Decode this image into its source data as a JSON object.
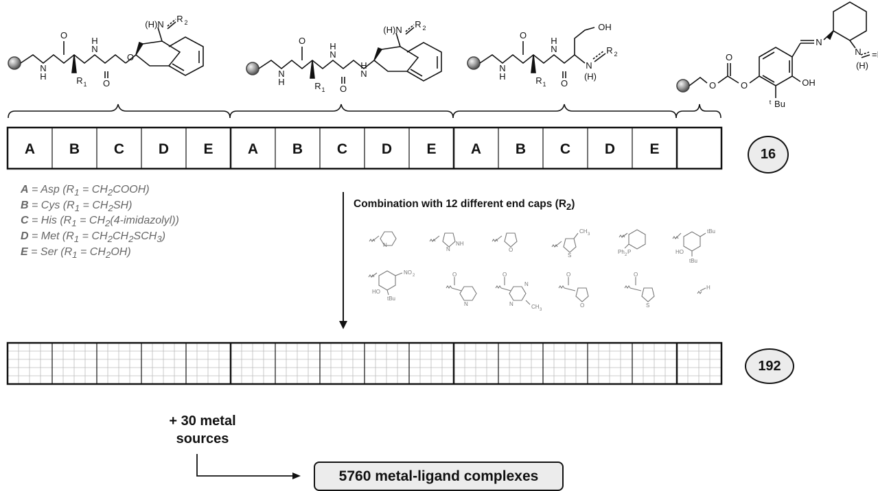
{
  "library_row": {
    "cells": [
      "A",
      "B",
      "C",
      "D",
      "E",
      "A",
      "B",
      "C",
      "D",
      "E",
      "A",
      "B",
      "C",
      "D",
      "E",
      ""
    ],
    "count": "16"
  },
  "expanded_row": {
    "count": "192"
  },
  "legend": [
    {
      "letter": "A",
      "text": " = Asp (R",
      "sub": "1",
      "rest": " = CH",
      "sub2": "2",
      "tail": "COOH)"
    },
    {
      "letter": "B",
      "text": " = Cys (R",
      "sub": "1",
      "rest": " = CH",
      "sub2": "2",
      "tail": "SH)"
    },
    {
      "letter": "C",
      "text": " = His  (R",
      "sub": "1",
      "rest": " = CH",
      "sub2": "2",
      "tail": "(4-imidazolyl))"
    },
    {
      "letter": "D",
      "text": " = Met (R",
      "sub": "1",
      "rest": " = CH",
      "sub2": "2",
      "tail": "CH",
      "sub3": "2",
      "tail2": "SCH",
      "sub4": "3",
      "tail3": ")"
    },
    {
      "letter": "E",
      "text": " = Ser  (R",
      "sub": "1",
      "rest": " = CH",
      "sub2": "2",
      "tail": "OH)"
    }
  ],
  "combination": {
    "text": "Combination with 12 different end caps (R",
    "sub": "2",
    "close": ")"
  },
  "metal_sources": {
    "line1": "+ 30 metal",
    "line2": "sources"
  },
  "result_label": "5760 metal-ligand complexes",
  "structure_labels": {
    "s1": {
      "o1": "O",
      "o2": "O",
      "nh1": "N",
      "h1": "H",
      "nh2": "N",
      "h2": "H",
      "r1": "R",
      "r1sub": "1",
      "o3": "O",
      "hn": "(H)N",
      "r2": "R",
      "r2sub": "2"
    },
    "s2": {
      "o1": "O",
      "o2": "O",
      "nh1": "N",
      "h1": "H",
      "nh2": "N",
      "h2": "H",
      "nh3": "N",
      "h3": "H",
      "r1": "R",
      "r1sub": "1",
      "hn": "(H)N",
      "r2": "R",
      "r2sub": "2"
    },
    "s3": {
      "oh": "OH",
      "o1": "O",
      "o2": "O",
      "nh1": "N",
      "h1": "H",
      "nh2": "N",
      "h2": "H",
      "r1": "R",
      "r1sub": "1",
      "n": "N",
      "h": "(H)",
      "r2": "R",
      "r2sub": "2"
    },
    "s4": {
      "o1": "O",
      "o2": "O",
      "o3": "O",
      "n1": "N",
      "n2": "N",
      "eqr": "=R",
      "h": "(H)",
      "oh": "OH",
      "tbu_sup": "t",
      "tbu": "Bu"
    }
  },
  "end_cap_labels": {
    "c1": "N",
    "c2": "NH",
    "c2n": "N",
    "c3": "O",
    "c4s": "S",
    "c4me": "CH",
    "c4me_sub": "3",
    "c5": "Ph",
    "c5sub": "2",
    "c5p": "P",
    "c6tbu1": "tBu",
    "c6ho": "HO",
    "c6tbu2": "tBu",
    "c7no2": "NO",
    "c7sub": "2",
    "c7ho": "HO",
    "c7tbu": "tBu",
    "c8o": "O",
    "c8n": "N",
    "c9o": "O",
    "c9n1": "N",
    "c9n2": "N",
    "c9me": "CH",
    "c9me_sub": "3",
    "c10o1": "O",
    "c10o2": "O",
    "c11o": "O",
    "c11s": "S",
    "c12h": "H"
  },
  "colors": {
    "line": "#111111",
    "badge_fill": "#ececec",
    "legend_text": "#666666",
    "endcap_gray": "#777777"
  }
}
